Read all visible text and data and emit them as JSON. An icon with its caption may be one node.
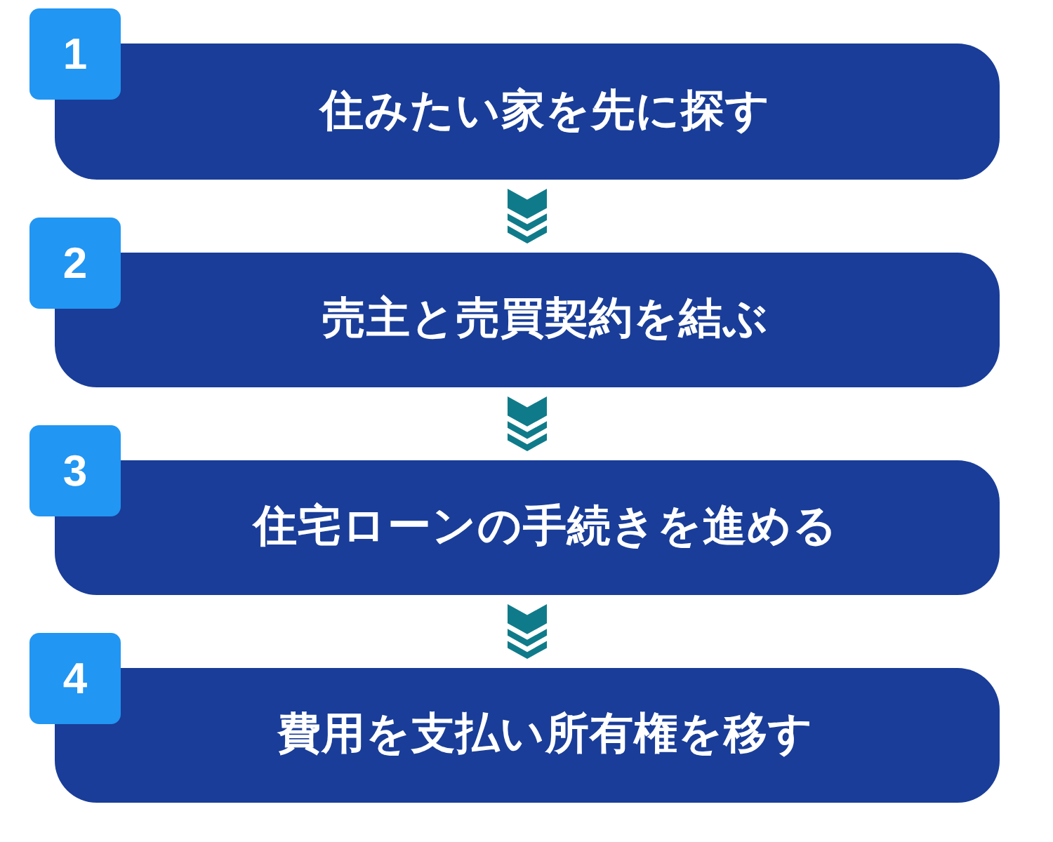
{
  "diagram": {
    "nodes": [
      {
        "text": [
          "1"
        ]
      },
      {
        "text": [
          "住みたい家を先に探す"
        ]
      },
      {
        "text": [
          "2"
        ]
      },
      {
        "text": [
          "売主と売買契約を結ぶ"
        ]
      },
      {
        "text": [
          "3"
        ]
      },
      {
        "text": [
          "住宅ローンの手続きを進める"
        ]
      },
      {
        "text": [
          "4"
        ]
      },
      {
        "text": [
          "費用を支払い所有権を移す"
        ]
      }
    ],
    "edges": [
      {
        "from": 1,
        "to": 3,
        "arrow": "to"
      },
      {
        "from": 3,
        "to": 5,
        "arrow": "to"
      },
      {
        "from": 5,
        "to": 7,
        "arrow": "to"
      }
    ]
  }
}
